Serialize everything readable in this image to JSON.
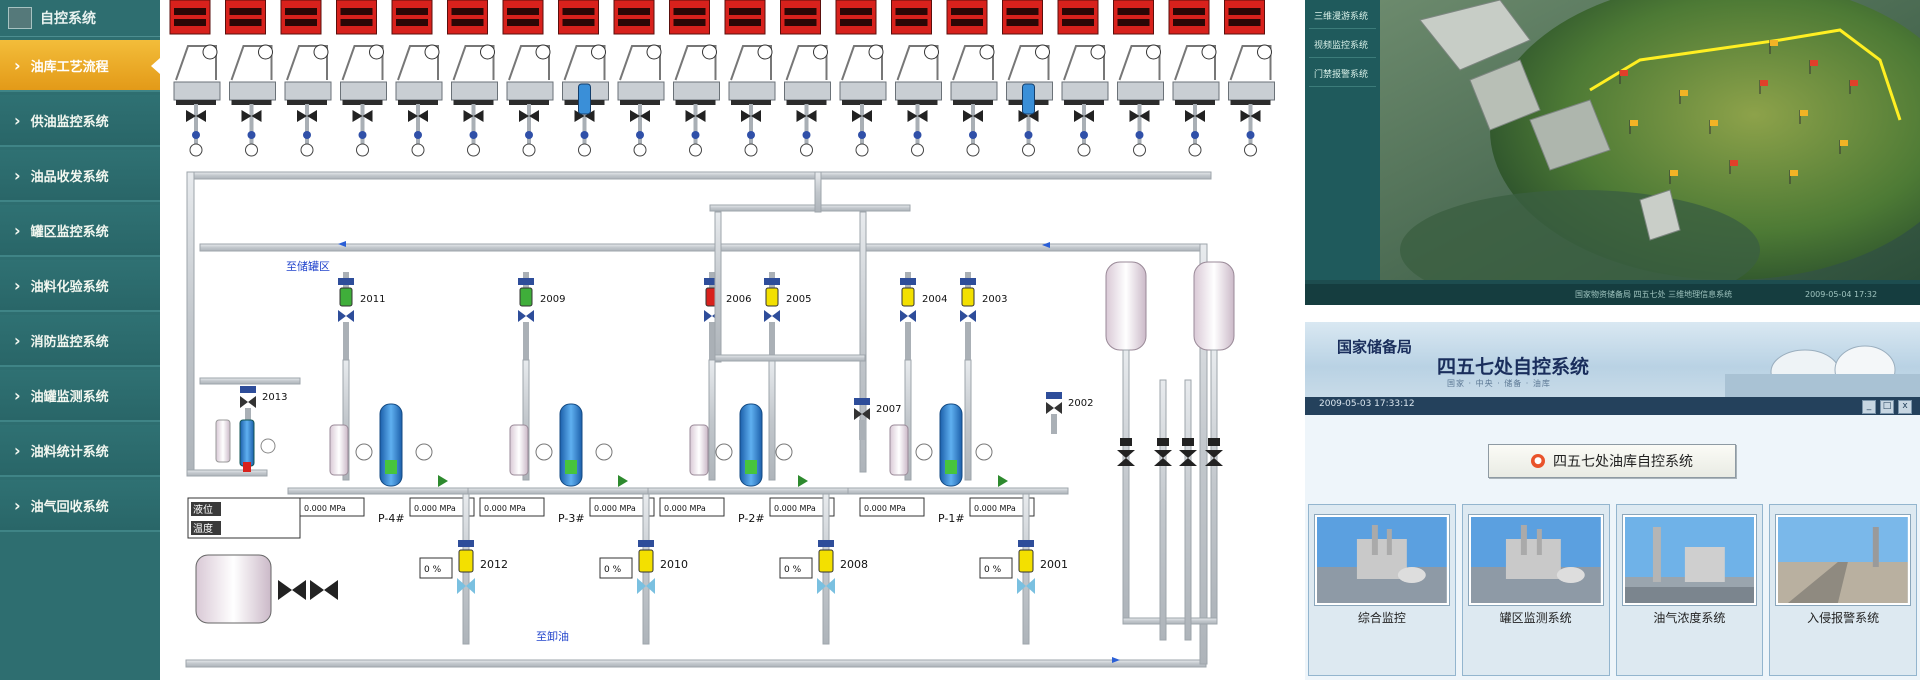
{
  "sidebar": {
    "title": "自控系统",
    "items": [
      {
        "label": "油库工艺流程",
        "active": true
      },
      {
        "label": "供油监控系统"
      },
      {
        "label": "油品收发系统"
      },
      {
        "label": "罐区监控系统"
      },
      {
        "label": "油料化验系统"
      },
      {
        "label": "消防监控系统"
      },
      {
        "label": "油罐监测系统"
      },
      {
        "label": "油料统计系统"
      },
      {
        "label": "油气回收系统"
      }
    ]
  },
  "diagram": {
    "tank_row_count": 20,
    "valves": {
      "upper_left": [
        "2011",
        "2009"
      ],
      "upper_mid": [
        "2006",
        "2005",
        "2004",
        "2003"
      ],
      "right_side": [
        "2007",
        "2002"
      ],
      "left_side": "2013",
      "lower": [
        "2012",
        "2010",
        "2008",
        "2001"
      ]
    },
    "pumps": [
      "P-4#",
      "P-3#",
      "P-2#",
      "P-1#"
    ],
    "flow_labels": {
      "top_left": "至储罐区",
      "bottom": "至卸油"
    },
    "readouts": [
      "0.000 MPa",
      "0.000 MPa",
      "0.000 MPa",
      "0.000 MPa",
      "0.000 MPa",
      "0.000 MPa",
      "0.000 MPa",
      "0.000 MPa"
    ],
    "level_readouts": [
      "0 %",
      "0 %",
      "0 %",
      "0 %"
    ],
    "tank_info": {
      "line1": "液位",
      "line2": "温度"
    },
    "colors": {
      "alarm_red": "#d8211c",
      "pipe": "#c7ccd1",
      "valve_green": "#3fae3a",
      "valve_yellow": "#f3e000",
      "blue_tank": "#2f7fd0"
    }
  },
  "map_panel": {
    "menu": [
      "三维漫游系统",
      "视频监控系统",
      "门禁报警系统"
    ],
    "status_center": "国家物资储备局 四五七处 三维地理信息系统",
    "status_right": "2009-05-04 17:32"
  },
  "control_panel": {
    "bureau": "国家储备局",
    "title": "四五七处自控系统",
    "subtitle": "国家 · 中央 · 储备 · 油库",
    "datetime": "2009-05-03 17:33:12",
    "main_button": "四五七处油库自控系统",
    "modules": [
      {
        "label": "综合监控",
        "icon": "refinery-photo"
      },
      {
        "label": "罐区监测系统",
        "icon": "refinery-photo"
      },
      {
        "label": "油气浓度系统",
        "icon": "tower-photo"
      },
      {
        "label": "入侵报警系统",
        "icon": "road-photo"
      }
    ],
    "window_buttons": [
      "_",
      "□",
      "x"
    ]
  }
}
